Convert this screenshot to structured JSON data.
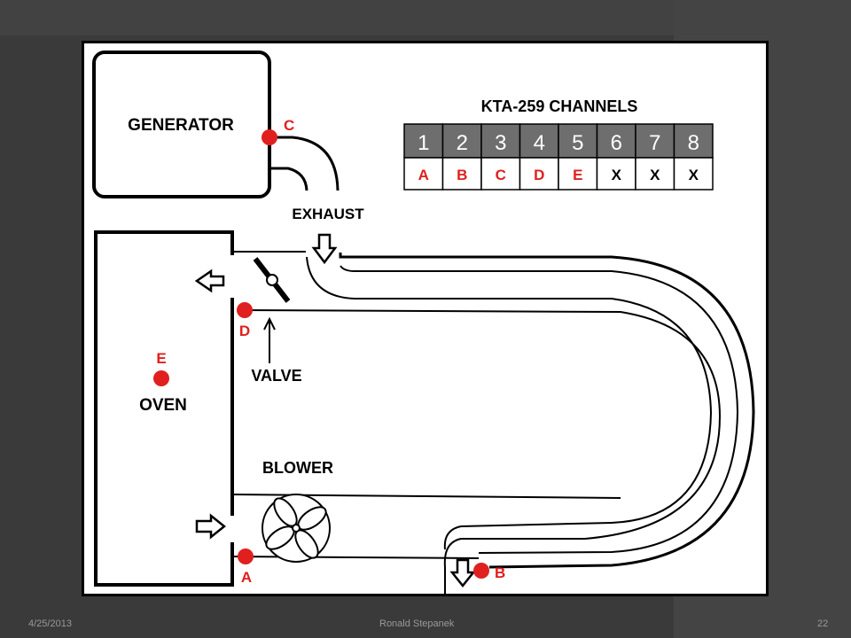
{
  "diagram": {
    "labels": {
      "generator": "GENERATOR",
      "exhaust": "EXHAUST",
      "valve": "VALVE",
      "oven": "OVEN",
      "blower": "BLOWER"
    },
    "sensors": {
      "a": "A",
      "b": "B",
      "c": "C",
      "d": "D",
      "e": "E"
    },
    "table": {
      "title": "KTA-259 CHANNELS",
      "channels": [
        "1",
        "2",
        "3",
        "4",
        "5",
        "6",
        "7",
        "8"
      ],
      "assignments": [
        "A",
        "B",
        "C",
        "D",
        "E",
        "X",
        "X",
        "X"
      ]
    },
    "colors": {
      "sensor": "#e0201e",
      "header_bg": "#6e6e6e",
      "unassigned": "#000000"
    }
  },
  "footer": {
    "date": "4/25/2013",
    "author": "Ronald  Stepanek",
    "page": "22"
  }
}
